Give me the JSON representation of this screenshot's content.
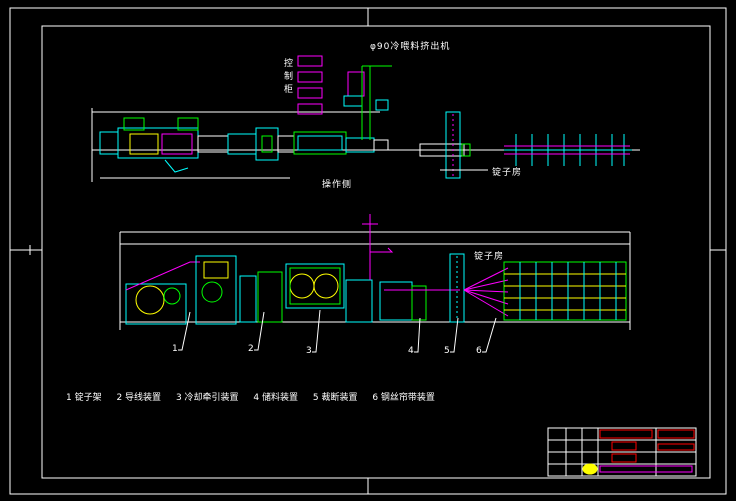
{
  "labels": {
    "extruder_title": "φ90冷喂料挤出机",
    "control_cabinet": "控制柜",
    "operation_side": "操作侧",
    "creel_top": "锭子房",
    "creel_side": "锭子房"
  },
  "legend": [
    "1 锭子架",
    "2 导线装置",
    "3 冷却牵引装置",
    "4 储料装置",
    "5 裁断装置",
    "6 钢丝帘带装置"
  ],
  "part_numbers": [
    "1",
    "2",
    "3",
    "4",
    "5",
    "6"
  ],
  "colors": {
    "background": "#000000",
    "frame": "#ffffff",
    "cyan": "#00ffff",
    "magenta": "#ff00ff",
    "green": "#00ff00",
    "yellow": "#ffff00",
    "red": "#ff0000",
    "blue": "#3050ff"
  }
}
